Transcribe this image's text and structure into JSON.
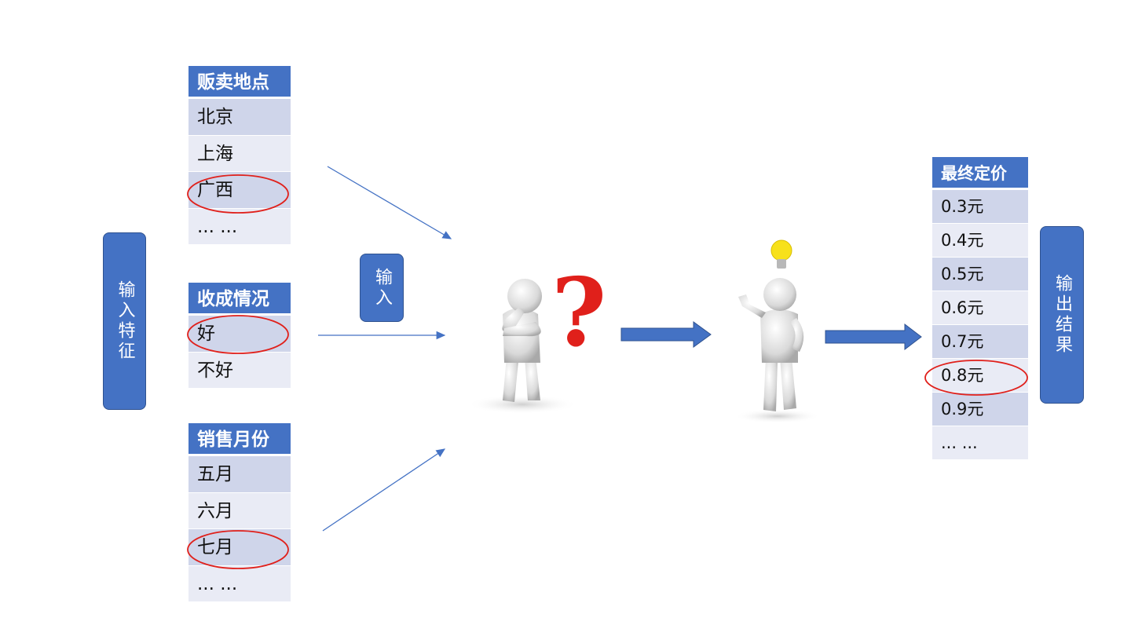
{
  "tables": {
    "location": {
      "header": "贩卖地点",
      "rows": [
        "北京",
        "上海",
        "广西",
        "... ..."
      ]
    },
    "harvest": {
      "header": "收成情况",
      "rows": [
        "好",
        "不好"
      ]
    },
    "month": {
      "header": "销售月份",
      "rows": [
        "五月",
        "六月",
        "七月",
        "... ..."
      ]
    },
    "price": {
      "header": "最终定价",
      "rows": [
        "0.3元",
        "0.4元",
        "0.5元",
        "0.6元",
        "0.7元",
        "0.8元",
        "0.9元",
        "... ..."
      ]
    }
  },
  "labels": {
    "input_features": "输入特征",
    "input": "输入",
    "output_result": "输出结果"
  },
  "figures": {
    "thinking": "thinking-person-icon",
    "question": "question-mark-icon",
    "idea": "idea-person-icon",
    "bulb": "lightbulb-icon"
  },
  "colors": {
    "accent": "#4472c4",
    "row_dark": "#cfd5ea",
    "row_light": "#e9ebf5",
    "highlight_ring": "#e0201b",
    "question": "#e0201b",
    "bulb": "#f7e11b"
  }
}
